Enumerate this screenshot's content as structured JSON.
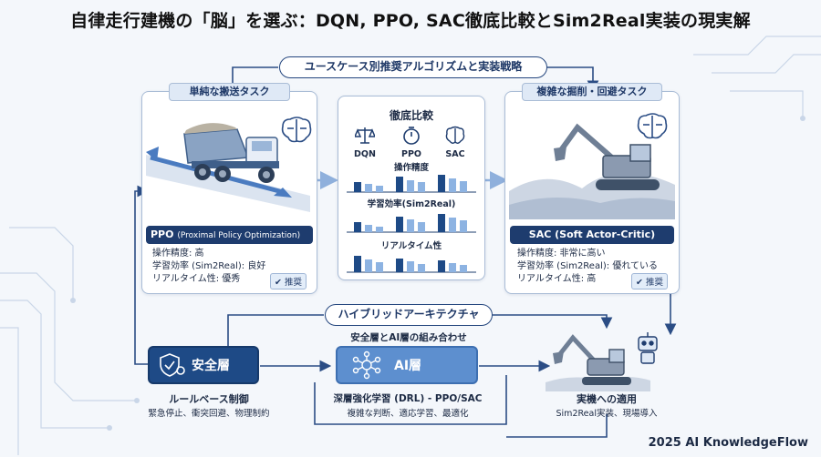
{
  "title": "自律走行建機の「脳」を選ぶ：DQN, PPO, SAC徹底比較とSim2Real実装の現実解",
  "strategy_label": "ユースケース別推奨アルゴリズムと実装戦略",
  "left_panel": {
    "tab": "単純な搬送タスク",
    "algo": "PPO",
    "algo_full": "(Proximal Policy Optimization)",
    "metrics": [
      "操作精度: 高",
      "学習効率 (Sim2Real): 良好",
      "リアルタイム性: 優秀"
    ],
    "badge": "推奨"
  },
  "center_panel": {
    "title": "徹底比較",
    "algos": [
      "DQN",
      "PPO",
      "SAC"
    ],
    "criteria": [
      "操作精度",
      "学習効率(Sim2Real)",
      "リアルタイム性"
    ]
  },
  "right_panel": {
    "tab": "複雑な掘削・回避タスク",
    "algo": "SAC (Soft Actor-Critic)",
    "metrics": [
      "操作精度: 非常に高い",
      "学習効率 (Sim2Real): 優れている",
      "リアルタイム性: 高"
    ],
    "badge": "推奨"
  },
  "hybrid": {
    "label": "ハイブリッドアーキテクチャ",
    "subtitle": "安全層とAI層の組み合わせ",
    "safety": {
      "label": "安全層",
      "desc": "ルールベース制御",
      "sub": "緊急停止、衝突回避、物理制約"
    },
    "ai": {
      "label": "AI層",
      "desc": "深層強化学習 (DRL) - PPO/SAC",
      "sub": "複雑な判断、適応学習、最適化"
    },
    "deploy": {
      "label": "実機への適用",
      "sub": "Sim2Real実装、現場導入"
    }
  },
  "footer": "2025 AI KnowledgeFlow",
  "colors": {
    "navy": "#1e3c6e",
    "blue": "#5d8fcf",
    "light": "#dfe9f6",
    "bars_dark": "#1e4a86",
    "bars_light": "#8db3e2"
  }
}
